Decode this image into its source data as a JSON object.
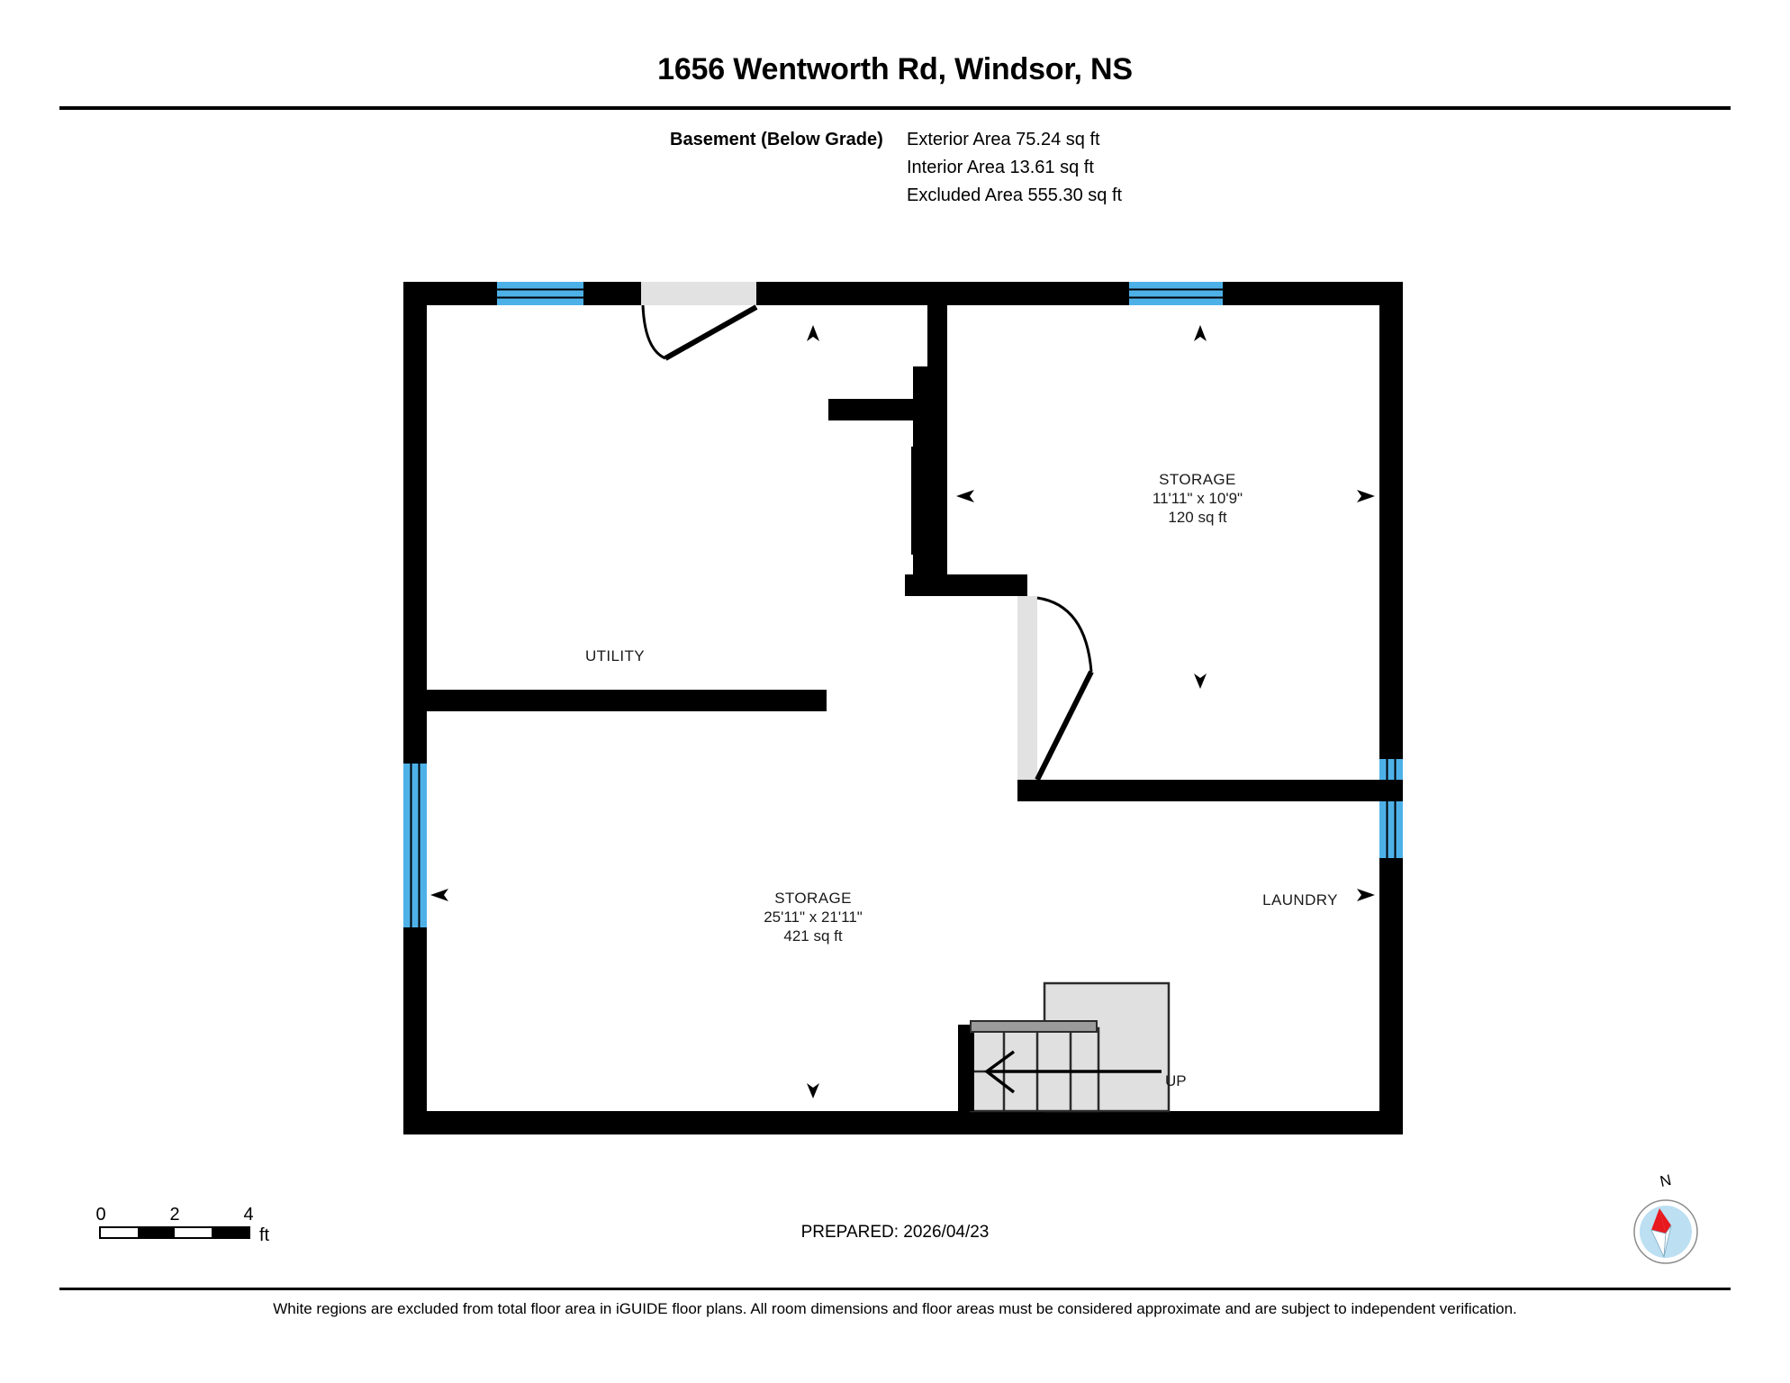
{
  "header": {
    "title": "1656 Wentworth Rd, Windsor, NS"
  },
  "summary": {
    "floor_label": "Basement (Below Grade)",
    "exterior_area": "Exterior Area 75.24 sq ft",
    "interior_area": "Interior Area 13.61 sq ft",
    "excluded_area": "Excluded Area 555.30 sq ft"
  },
  "rooms": [
    {
      "id": "storage-top",
      "name": "STORAGE",
      "dimensions": "11'11\" x 10'9\"",
      "area": "120 sq ft"
    },
    {
      "id": "utility",
      "name": "UTILITY",
      "dimensions": "",
      "area": ""
    },
    {
      "id": "storage-main",
      "name": "STORAGE",
      "dimensions": "25'11\" x 21'11\"",
      "area": "421 sq ft"
    },
    {
      "id": "laundry",
      "name": "LAUNDRY",
      "dimensions": "",
      "area": ""
    }
  ],
  "stairs": {
    "direction_label": "UP"
  },
  "scale": {
    "tick_0": "0",
    "tick_2": "2",
    "tick_4": "4",
    "unit": "ft"
  },
  "compass": {
    "north_label": "N"
  },
  "footer": {
    "prepared": "PREPARED: 2026/04/23",
    "disclaimer": "White regions are excluded from total floor area in iGUIDE floor plans. All room dimensions and floor areas must be considered approximate and are subject to independent verification."
  },
  "colors": {
    "wall": "#000000",
    "window": "#4db1e8",
    "door_fill": "#e2e2e2",
    "stair_fill": "#e0e0e0",
    "compass_disc": "#bcdff2",
    "compass_needle": "#e8191e"
  }
}
